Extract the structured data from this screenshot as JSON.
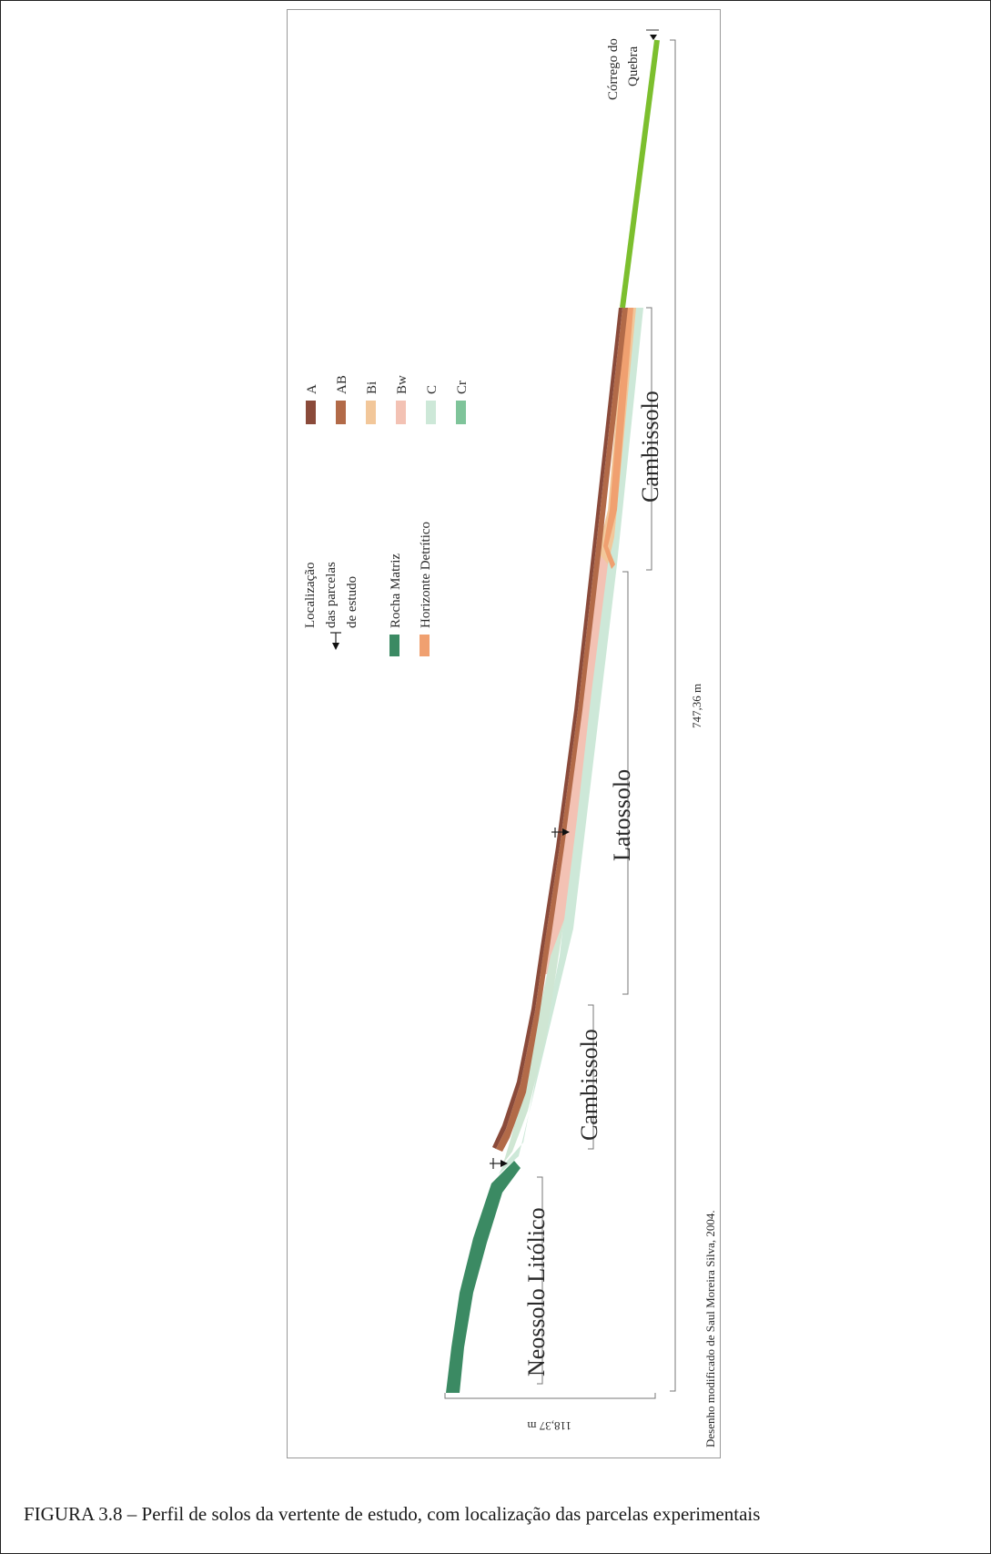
{
  "legend": {
    "location_label": [
      "Localização",
      "das parcelas",
      "de estudo"
    ],
    "items": [
      {
        "label": "Rocha Matriz",
        "color": "#3b8a63"
      },
      {
        "label": "Horizonte Detrítico",
        "color": "#f0a070"
      },
      {
        "label": "A",
        "color": "#8a4a3a"
      },
      {
        "label": "AB",
        "color": "#b26a48"
      },
      {
        "label": "Bi",
        "color": "#f2c79a"
      },
      {
        "label": "Bw",
        "color": "#f3c2b4"
      },
      {
        "label": "C",
        "color": "#cde8d8"
      },
      {
        "label": "Cr",
        "color": "#7fc49a"
      }
    ]
  },
  "stream": {
    "label_line1": "Córrego do",
    "label_line2": "Quebra",
    "color": "#7cbf2e"
  },
  "soil_labels": {
    "neossolo": "Neossolo Litólico",
    "cambissolo_lower": "Cambissolo",
    "latossolo": "Latossolo",
    "cambissolo_upper": "Cambissolo"
  },
  "dimensions": {
    "length": "747,36 m",
    "height": "118,37 m"
  },
  "credit": "Desenho modificado de Saul Moreira Silva, 2004.",
  "caption": "FIGURA 3.8 – Perfil de solos da vertente de estudo, com localização das parcelas experimentais"
}
